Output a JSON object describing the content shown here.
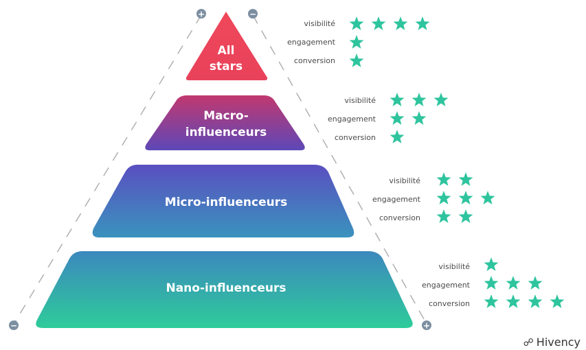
{
  "colors": {
    "star": "#2ec49e",
    "guide_line": "#b0b0b0",
    "plus_minus_circle": "#7c8fa1"
  },
  "guides": {
    "left_top_icon": "+",
    "left_bottom_icon": "−",
    "right_top_icon": "−",
    "right_bottom_icon": "+"
  },
  "tiers": [
    {
      "label_lines": [
        "All",
        "stars"
      ],
      "color_top": "#f0475a",
      "color_bottom": "#e8425a",
      "metrics": [
        {
          "label": "visibilité",
          "stars": 4
        },
        {
          "label": "engagement",
          "stars": 1
        },
        {
          "label": "conversion",
          "stars": 1
        }
      ]
    },
    {
      "label_lines": [
        "Macro-",
        "influenceurs"
      ],
      "color_top": "#c1386f",
      "color_bottom": "#5d48b8",
      "metrics": [
        {
          "label": "visibilité",
          "stars": 3
        },
        {
          "label": "engagement",
          "stars": 2
        },
        {
          "label": "conversion",
          "stars": 1
        }
      ]
    },
    {
      "label_lines": [
        "Micro-influenceurs"
      ],
      "color_top": "#5a4fc0",
      "color_bottom": "#3a93be",
      "metrics": [
        {
          "label": "visibilité",
          "stars": 2
        },
        {
          "label": "engagement",
          "stars": 3
        },
        {
          "label": "conversion",
          "stars": 2
        }
      ]
    },
    {
      "label_lines": [
        "Nano-influenceurs"
      ],
      "color_top": "#3c88bd",
      "color_bottom": "#2ecc9a",
      "metrics": [
        {
          "label": "visibilité",
          "stars": 1
        },
        {
          "label": "engagement",
          "stars": 3
        },
        {
          "label": "conversion",
          "stars": 4
        }
      ]
    }
  ],
  "brand": {
    "logo_icon": "link-logo-icon",
    "name": "Hivency"
  }
}
